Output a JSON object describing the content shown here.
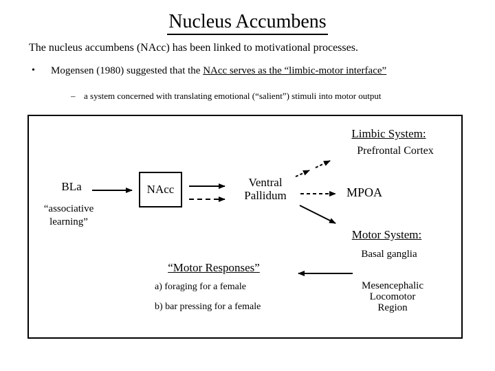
{
  "colors": {
    "background": "#ffffff",
    "text": "#000000",
    "line": "#000000"
  },
  "header": {
    "title": "Nucleus Accumbens",
    "intro": "The nucleus accumbens (NAcc) has been linked to motivational processes.",
    "bullet_marker": "•",
    "bullet_text": "Mogensen (1980) suggested that the ",
    "bullet_underlined": "NAcc serves as the “limbic-motor interface”",
    "subbullet_marker": "–",
    "subbullet_text": "a system concerned with translating emotional (“salient”) stimuli into motor output"
  },
  "diagram": {
    "limbic_system_heading": "Limbic System:",
    "prefrontal_cortex": "Prefrontal Cortex",
    "bla_label": "BLa",
    "associative_line1": "“associative",
    "associative_line2": "learning”",
    "nacc_label": "NAcc",
    "ventral_line1": "Ventral",
    "ventral_line2": "Pallidum",
    "mpoa_label": "MPOA",
    "motor_system_heading": "Motor System:",
    "basal_ganglia": "Basal ganglia",
    "motor_responses_heading": "“Motor Responses”",
    "response_a": "a) foraging for a female",
    "response_b": "b) bar pressing for a female",
    "mlr_line1": "Mesencephalic",
    "mlr_line2": "Locomotor",
    "mlr_line3": "Region"
  }
}
